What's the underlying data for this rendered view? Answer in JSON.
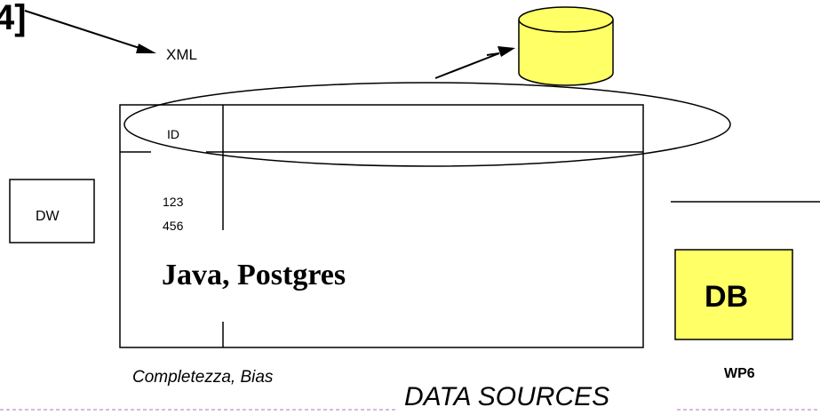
{
  "labels": {
    "corner": "4]",
    "xml": "XML",
    "id": "ID",
    "values": [
      "123",
      "456"
    ],
    "dw": "DW",
    "tech": "Java, Postgres",
    "db": "DB",
    "completeness": "Completezza, Bias",
    "wp": "WP6",
    "footer": "DATA SOURCES"
  },
  "colors": {
    "db_fill": "#ffff66",
    "cylinder_fill": "#ffff66",
    "stroke": "#000000",
    "footer_rule": "#c8a0d8"
  }
}
